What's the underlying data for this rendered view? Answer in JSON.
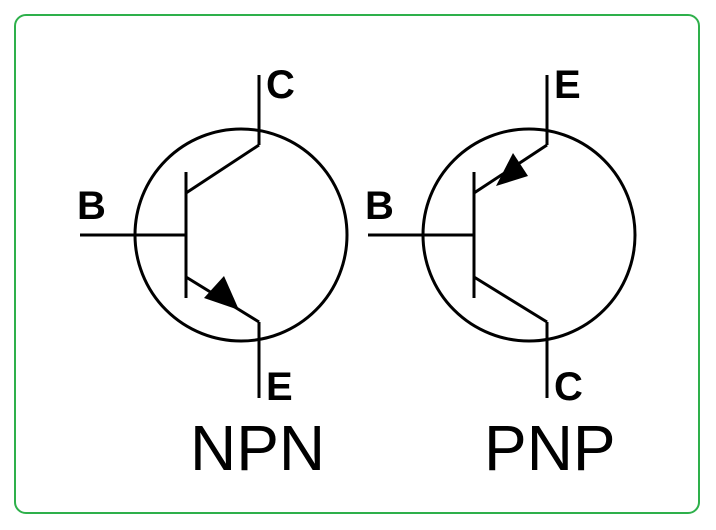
{
  "frame": {
    "border_color": "#2eb04b"
  },
  "symbols": [
    {
      "type_label": "NPN",
      "pins": {
        "base": "B",
        "collector": "C",
        "emitter": "E"
      },
      "arrow_icon": "emitter-arrow-outward"
    },
    {
      "type_label": "PNP",
      "pins": {
        "base": "B",
        "collector": "C",
        "emitter": "E"
      },
      "arrow_icon": "emitter-arrow-inward"
    }
  ]
}
